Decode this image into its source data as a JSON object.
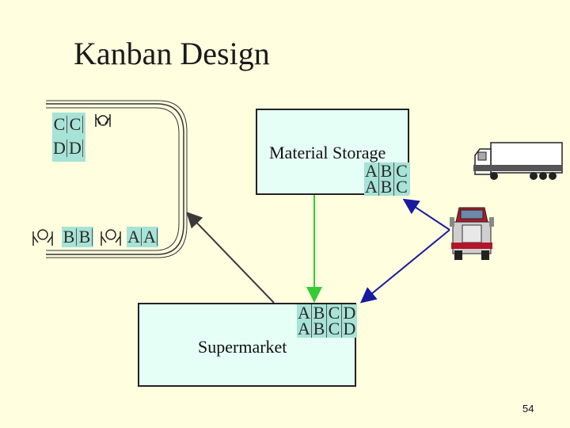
{
  "slide": {
    "title": "Kanban Design",
    "page_number": "54"
  },
  "material_storage": {
    "label": "Material Storage",
    "rows": [
      [
        "A",
        "B",
        "C"
      ],
      [
        "A",
        "B",
        "C"
      ]
    ]
  },
  "supermarket": {
    "label": "Supermarket",
    "rows": [
      [
        "A",
        "B",
        "C",
        "D"
      ],
      [
        "A",
        "B",
        "C",
        "D"
      ]
    ]
  },
  "line_cells": {
    "c_row": [
      "C",
      "C"
    ],
    "d_row": [
      "D",
      "D"
    ],
    "b_row": [
      "B",
      "B"
    ],
    "a_row": [
      "A",
      "A"
    ]
  },
  "colors": {
    "background": "#ffffe0",
    "box_fill": "#e6fff6",
    "cell_fill": "#a7e3d6",
    "arrow_green": "#33cc33",
    "arrow_blue": "#1a1aa0",
    "arrow_dark": "#3a3a3a",
    "truck_red": "#b0182a"
  }
}
